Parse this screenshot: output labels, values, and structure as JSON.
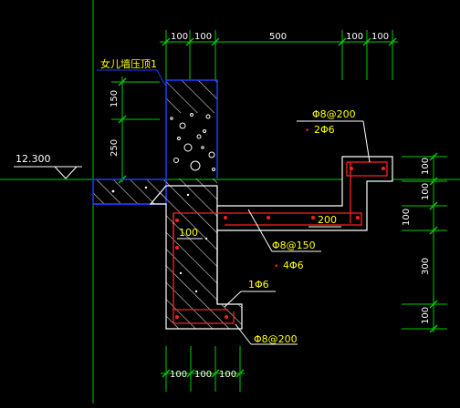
{
  "colors": {
    "background": "#000000",
    "green": "#00cc00",
    "white": "#ffffff",
    "yellow": "#ffff00",
    "blue": "#1d3cff",
    "red": "#ff2020",
    "hatch": "#d8d8d8"
  },
  "labels": {
    "parapet": "女儿墙压顶1",
    "elevation": "12.300",
    "dim_top": [
      "100",
      "100",
      "500",
      "100",
      "100"
    ],
    "dim_left": [
      "150",
      "250"
    ],
    "dim_right": [
      "100",
      "100",
      "100",
      "300",
      "100"
    ],
    "dim_bottom": [
      "100",
      "100",
      "100"
    ],
    "dim_inner_100": "100",
    "dim_inner_200": "200",
    "rebar1_main": "Φ8@200",
    "rebar1_sub": "2Φ6",
    "rebar2_main": "Φ8@150",
    "rebar2_sub": "4Φ6",
    "rebar3_main": "1Φ6",
    "rebar4_main": "Φ8@200"
  }
}
